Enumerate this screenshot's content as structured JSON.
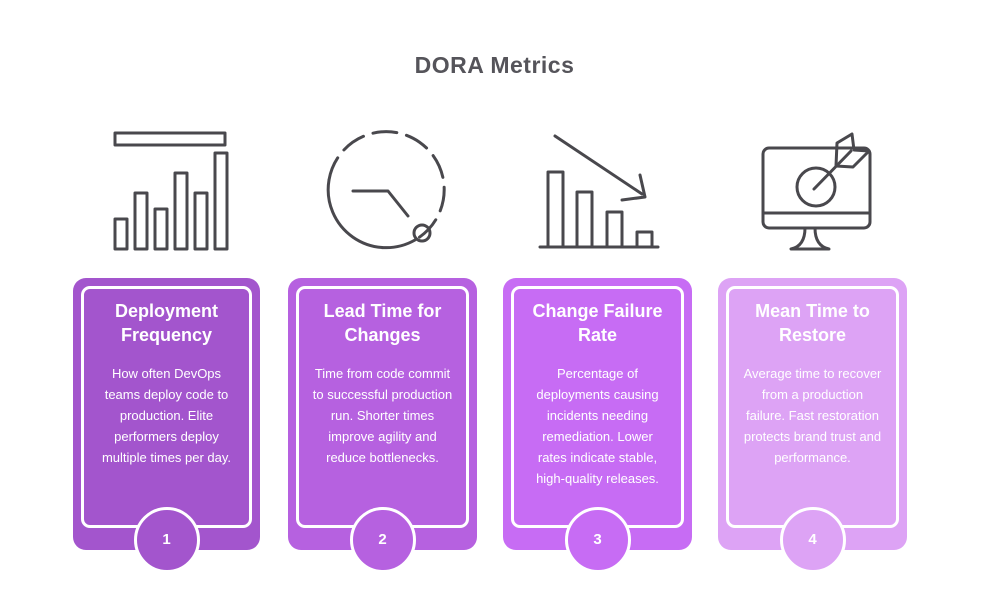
{
  "page": {
    "title": "DORA Metrics",
    "background": "#ffffff"
  },
  "palette": {
    "heading_text": "#55545a",
    "icon_stroke": "#49484d",
    "card_text": "#ffffff",
    "card_border": "#ffffff"
  },
  "cards": [
    {
      "number": "1",
      "title": "Deployment Frequency",
      "description": "How often DevOps teams deploy code to production. Elite performers deploy multiple times per day.",
      "color": "#a355cd",
      "icon": "bar-chart-icon"
    },
    {
      "number": "2",
      "title": "Lead Time for Changes",
      "description": "Time from code commit to successful production run. Shorter times improve agility and reduce bottlenecks.",
      "color": "#b661e0",
      "icon": "clock-icon"
    },
    {
      "number": "3",
      "title": "Change Failure Rate",
      "description": "Percentage of deployments causing incidents needing remediation. Lower rates indicate stable, high-quality releases.",
      "color": "#c76cf4",
      "icon": "trend-down-chart-icon"
    },
    {
      "number": "4",
      "title": "Mean Time to Restore",
      "description": "Average time to recover from a production failure. Fast restoration protects brand trust and performance.",
      "color": "#dda3f5",
      "icon": "monitor-target-icon"
    }
  ]
}
